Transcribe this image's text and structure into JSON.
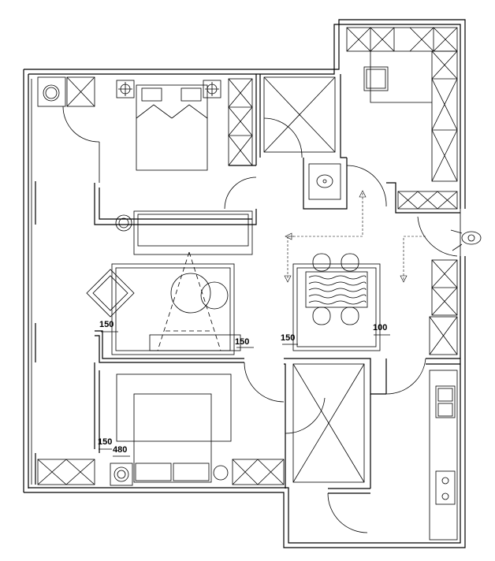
{
  "dimensions": {
    "living_left": "150",
    "living_right": "150",
    "dining_left": "150",
    "dining_right": "100",
    "bedroom_a": "150",
    "bedroom_b": "480"
  }
}
